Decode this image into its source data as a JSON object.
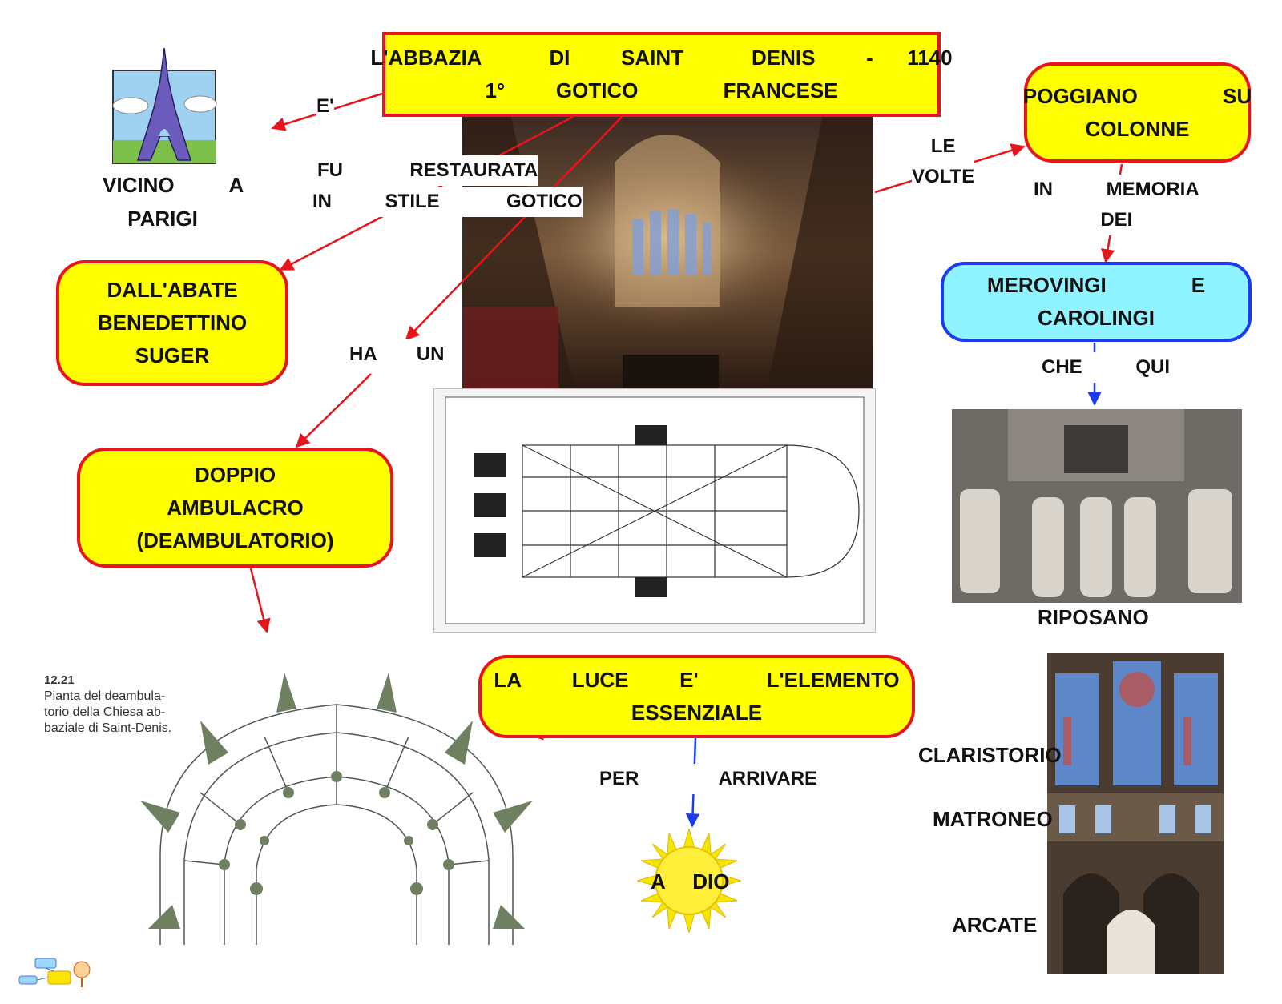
{
  "title": {
    "line1": "L'ABBAZIA    DI   SAINT    DENIS   -  1140",
    "line2": "1°   GOTICO     FRANCESE"
  },
  "nodes": {
    "poggiano": "POGGIANO     SU\nCOLONNE",
    "merovingi": "MEROVINGI     E\nCAROLINGI",
    "abate": "DALL'ABATE\nBENEDETTINO\nSUGER",
    "ambulacro": "DOPPIO\nAMBULACRO\n(DEAMBULATORIO)",
    "luce": "LA   LUCE   E'    L'ELEMENTO\nESSENZIALE"
  },
  "labels": {
    "e": "E'",
    "vicino": "VICINO    A\nPARIGI",
    "restaurata_1": "FU     RESTAURATA",
    "restaurata_2": "IN    STILE     GOTICO",
    "ha_un": "HA   UN",
    "le_volte": "LE\nVOLTE",
    "in_memoria": "IN    MEMORIA\nDEI",
    "che_qui": "CHE    QUI",
    "riposano": "RIPOSANO",
    "per_arrivare": "PER      ARRIVARE",
    "a_dio": "A  DIO",
    "claristorio": "CLARISTORIO",
    "matroneo": "MATRONEO",
    "arcate": "ARCATE"
  },
  "figure_caption": {
    "number": "12.21",
    "text": "Pianta del deambula-\ntorio della Chiesa ab-\nbaziale di Saint-Denis."
  },
  "icons": [
    "eiffel-tower-icon",
    "sun-icon",
    "mind-map-logo-icon"
  ],
  "colors": {
    "node_fill": "#ffff00",
    "node_border": "#e8141b",
    "cyan_fill": "#8ff4ff",
    "cyan_border": "#1a3bf0",
    "arrow_red": "#e8141b",
    "arrow_blue": "#1a3bf0"
  }
}
